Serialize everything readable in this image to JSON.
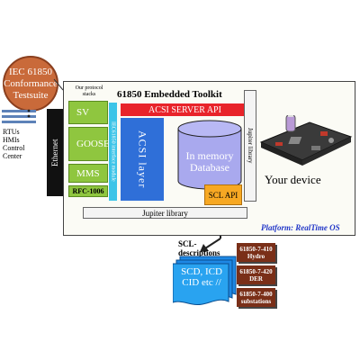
{
  "conformance": {
    "line1": "IEC 61850",
    "line2": "Conformance",
    "line3": "Testsuite"
  },
  "clients": {
    "line1": "RTUs",
    "line2": "HMIs",
    "line3": "Control",
    "line4": "Center"
  },
  "ethernet_label": "Ethernet",
  "protocol_note": {
    "line1": "Our protocol",
    "line2": "stacks"
  },
  "toolkit_title": "61850 Embedded Toolkit",
  "stacks": {
    "sv": "SV",
    "goose": "GOOSE",
    "mms": "MMS",
    "rfc": "RFC-1006"
  },
  "interface_bar": "IEC61850 interface module",
  "acsi_api": "ACSI SERVER API",
  "acsi_layer": "ACSI layer",
  "database": {
    "line1": "In memory",
    "line2": "Database"
  },
  "jupiter_right": "Jupiter library",
  "jupiter_bottom": "Jupiter library",
  "scl_api": "SCL API",
  "your_device": "Your device",
  "platform": {
    "label": "Platform",
    "value": "RealTime OS"
  },
  "scl_desc": {
    "line1": "SCL-",
    "line2": "descriptions"
  },
  "scd": {
    "line1": "SCD, ICD",
    "line2": "CID etc //"
  },
  "standards": [
    {
      "code": "61850-7-410",
      "name": "Hydro"
    },
    {
      "code": "61850-7-420",
      "name": "DER"
    },
    {
      "code": "61850-7-400",
      "name": "substations"
    }
  ],
  "colors": {
    "green": "#8fc63f",
    "red": "#e8232a",
    "blue": "#2f6fd8",
    "cyan": "#3cc4e8",
    "orange": "#f7a823",
    "brown": "#7a2f18",
    "conformance": "#c96a3a",
    "platform": "#2237c8"
  }
}
